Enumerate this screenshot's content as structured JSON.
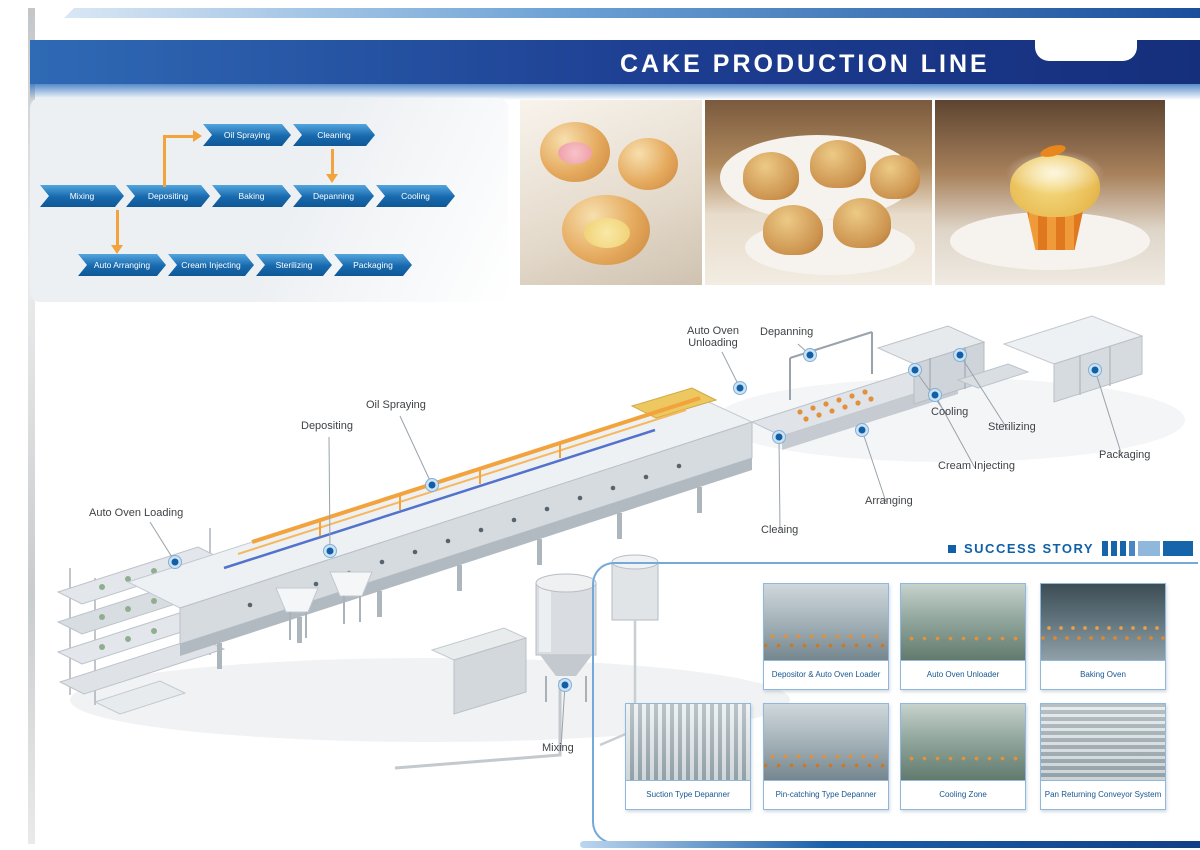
{
  "header": {
    "title": "CAKE PRODUCTION LINE"
  },
  "flowchart": {
    "top_row": [
      {
        "label": "Oil Spraying"
      },
      {
        "label": "Cleaning"
      }
    ],
    "main_row": [
      {
        "label": "Mixing"
      },
      {
        "label": "Depositing"
      },
      {
        "label": "Baking"
      },
      {
        "label": "Depanning"
      },
      {
        "label": "Cooling"
      }
    ],
    "bottom_row": [
      {
        "label": "Auto Arranging"
      },
      {
        "label": "Cream Injecting"
      },
      {
        "label": "Sterilizing"
      },
      {
        "label": "Packaging"
      }
    ]
  },
  "machine": {
    "labels": [
      {
        "text": "Auto Oven Unloading"
      },
      {
        "text": "Depanning"
      },
      {
        "text": "Oil Spraying"
      },
      {
        "text": "Depositing"
      },
      {
        "text": "Auto Oven Loading"
      },
      {
        "text": "Cooling"
      },
      {
        "text": "Sterilizing"
      },
      {
        "text": "Cream Injecting"
      },
      {
        "text": "Packaging"
      },
      {
        "text": "Arranging"
      },
      {
        "text": "Cleaing"
      },
      {
        "text": "Mixing"
      }
    ]
  },
  "success_story": {
    "label": "SUCCESS STORY"
  },
  "gallery": {
    "items": [
      {
        "caption": "Depositor & Auto Oven Loader"
      },
      {
        "caption": "Auto Oven Unloader"
      },
      {
        "caption": "Baking Oven"
      },
      {
        "caption": "Suction Type Depanner"
      },
      {
        "caption": "Pin-catching Type Depanner"
      },
      {
        "caption": "Cooling Zone"
      },
      {
        "caption": "Pan Returning Conveyor System"
      }
    ]
  },
  "colors": {
    "accent_blue": "#1b5fa8",
    "dark_blue": "#17357f",
    "orange": "#f2a33c"
  }
}
